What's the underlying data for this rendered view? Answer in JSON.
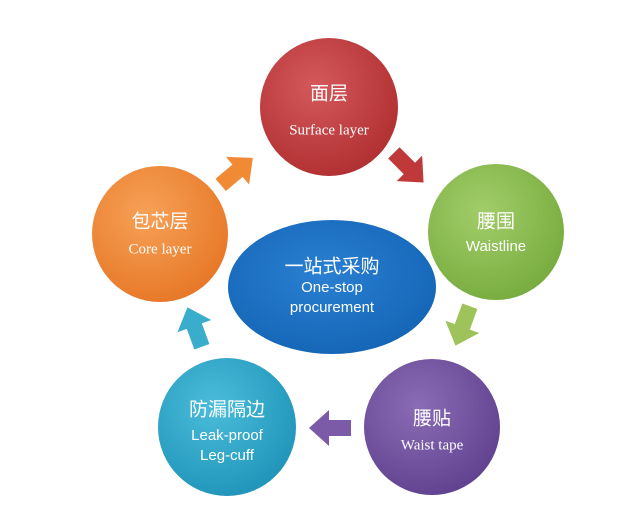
{
  "diagram": {
    "center": {
      "zh": "一站式采购",
      "en_line1": "One-stop",
      "en_line2": "procurement",
      "color": "#1a6fc4"
    },
    "nodes": [
      {
        "id": "surface",
        "zh": "面层",
        "en": "Surface layer",
        "color": "#c0393a"
      },
      {
        "id": "waistline",
        "zh": "腰围",
        "en": "Waistline",
        "color": "#86b94a"
      },
      {
        "id": "waist-tape",
        "zh": "腰贴",
        "en": "Waist tape",
        "color": "#6e4f9f"
      },
      {
        "id": "leak-proof",
        "zh": "防漏隔边",
        "en_line1": "Leak-proof",
        "en_line2": "Leg-cuff",
        "color": "#2aa3c5"
      },
      {
        "id": "core",
        "zh": "包芯层",
        "en": "Core layer",
        "color": "#ef8633"
      }
    ],
    "arrows": [
      {
        "from": "surface",
        "to": "waistline",
        "color": "#c0393a"
      },
      {
        "from": "waistline",
        "to": "waist-tape",
        "color": "#9dc35a"
      },
      {
        "from": "waist-tape",
        "to": "leak-proof",
        "color": "#7b5ba8"
      },
      {
        "from": "leak-proof",
        "to": "core",
        "color": "#3aaccc"
      },
      {
        "from": "core",
        "to": "surface",
        "color": "#f08a35"
      }
    ]
  }
}
